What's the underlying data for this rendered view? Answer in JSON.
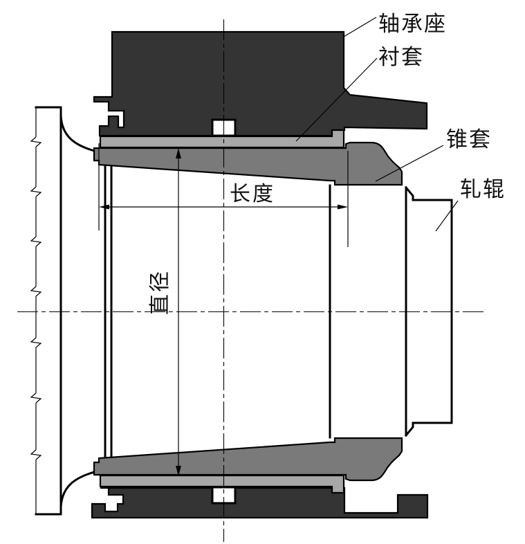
{
  "labels": {
    "bearing_seat": "轴承座",
    "liner": "衬套",
    "taper_sleeve": "锥套",
    "roll": "轧辊",
    "length": "长度",
    "diameter": "直径"
  },
  "colors": {
    "bearing_seat": "#343434",
    "liner": "#a8a8a8",
    "taper_sleeve": "#7a7a7a",
    "outline": "#000000",
    "background": "#ffffff"
  }
}
